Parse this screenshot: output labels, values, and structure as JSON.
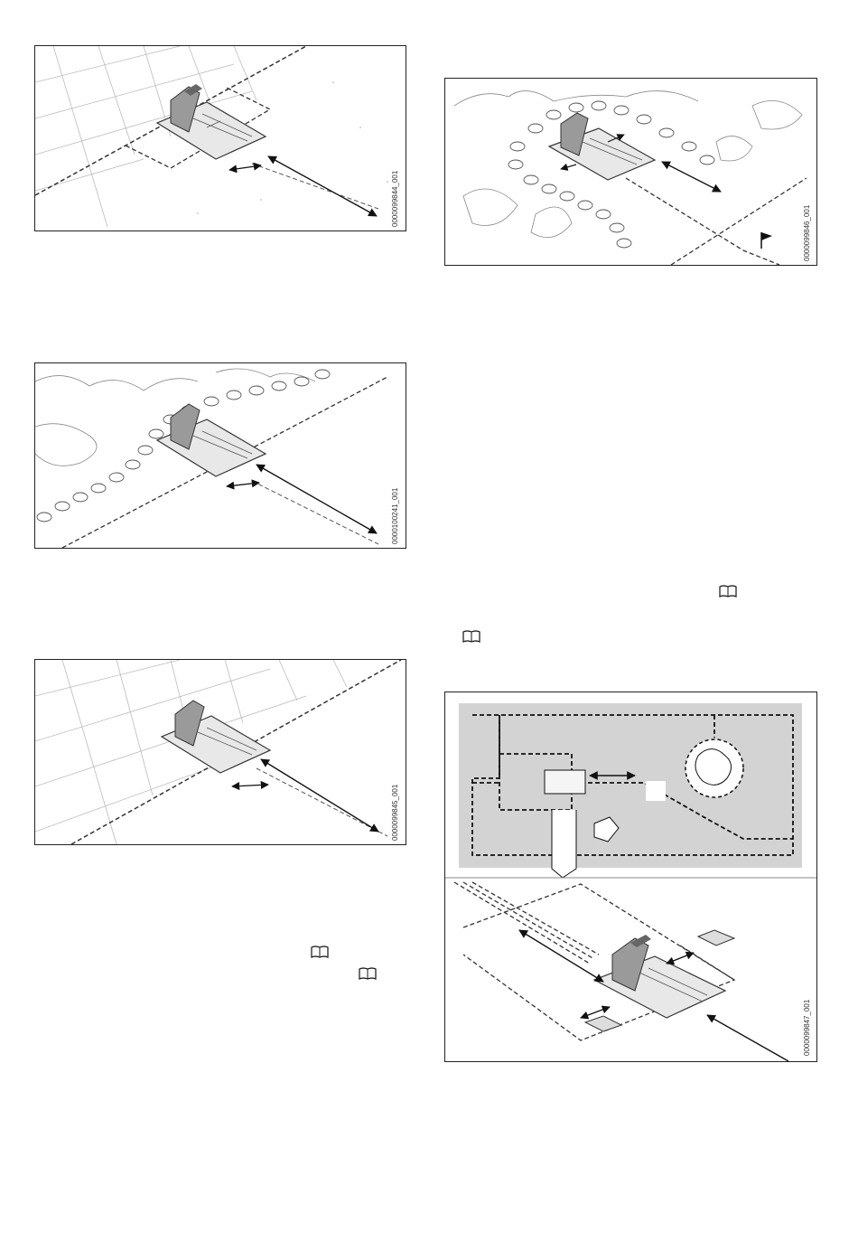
{
  "figures": [
    {
      "id": "0000099844_001"
    },
    {
      "id": "0000099846_001"
    },
    {
      "id": "0000100241_001"
    },
    {
      "id": "0000099845_001"
    },
    {
      "id": "0000099847_001"
    }
  ],
  "icons": [
    "book-icon",
    "book-icon",
    "book-icon",
    "book-icon"
  ],
  "colors": {
    "line": "#222222",
    "plan_background": "#d3d3d3",
    "station_gray": "#9a9a9a"
  }
}
